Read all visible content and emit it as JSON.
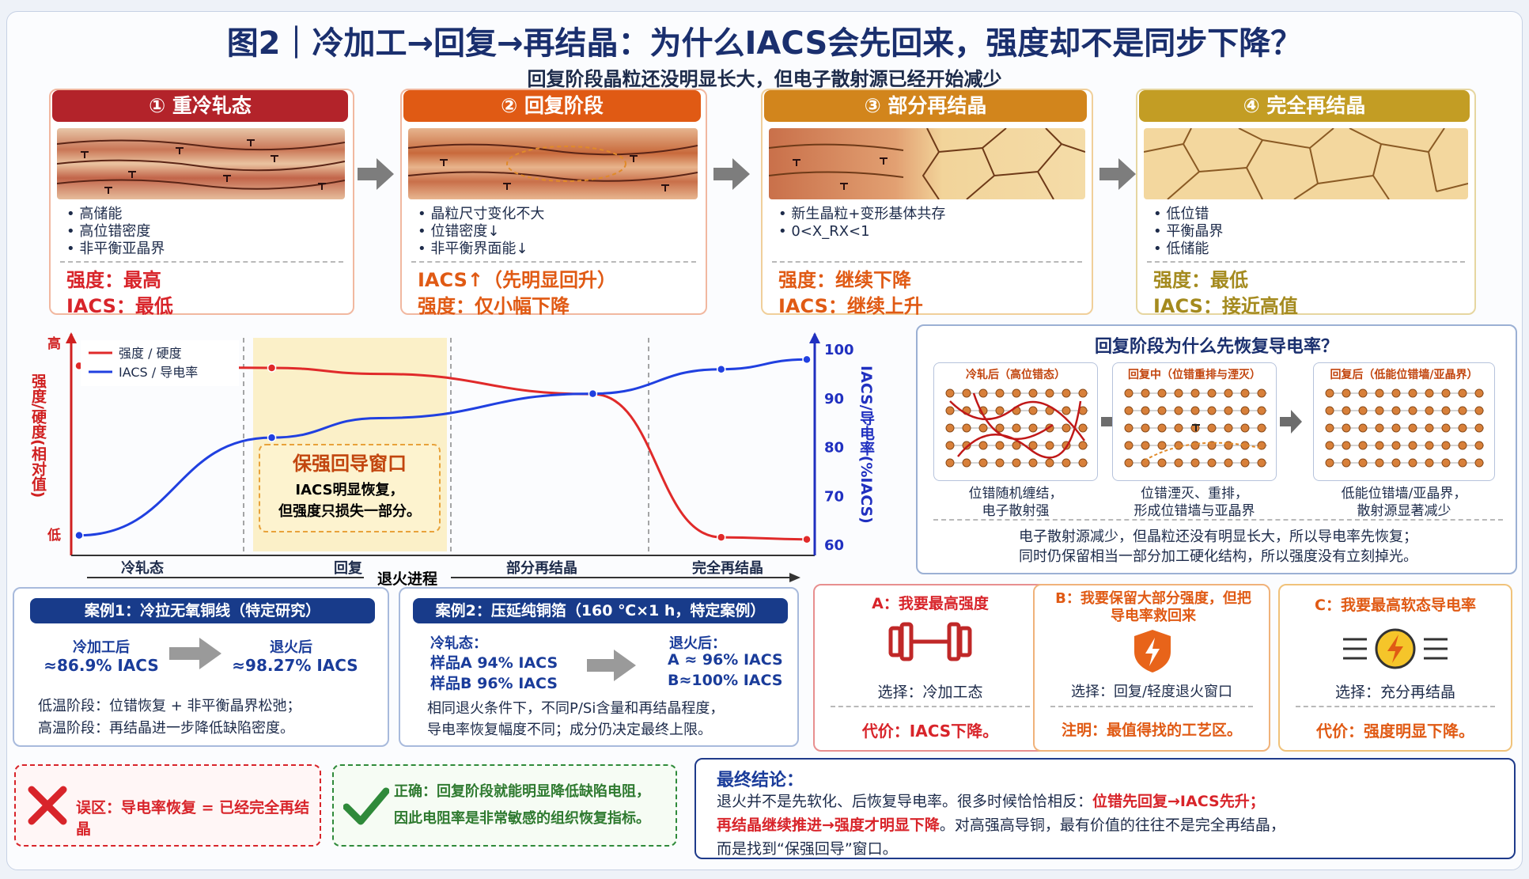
{
  "header": {
    "title": "图2｜冷加工→回复→再结晶：为什么IACS会先回来，强度却不是同步下降？",
    "subtitle": "回复阶段晶粒还没明显长大，但电子散射源已经开始减少"
  },
  "stages": [
    {
      "label": "① 重冷轧态",
      "color": "#b3232a",
      "bullets": [
        "高储能",
        "高位错密度",
        "非平衡亚晶界"
      ],
      "line1": "强度：最高",
      "line2": "IACS：最低",
      "line1_color": "#d8242a",
      "line2_color": "#d8242a"
    },
    {
      "label": "② 回复阶段",
      "color": "#e05a14",
      "bullets": [
        "晶粒尺寸变化不大",
        "位错密度↓",
        "非平衡界面能↓"
      ],
      "line1": "IACS↑（先明显回升）",
      "line2": "强度：仅小幅下降",
      "line1_color": "#e05a14",
      "line2_color": "#e05a14"
    },
    {
      "label": "③ 部分再结晶",
      "color": "#d2851c",
      "bullets": [
        "新生晶粒+变形基体共存",
        "0<X_RX<1"
      ],
      "line1": "强度：继续下降",
      "line2": "IACS：继续上升",
      "line1_color": "#e05a14",
      "line2_color": "#e05a14"
    },
    {
      "label": "④ 完全再结晶",
      "color": "#c39d24",
      "bullets": [
        "低位错",
        "平衡晶界",
        "低储能"
      ],
      "line1": "强度：最低",
      "line2": "IACS：接近高值",
      "line1_color": "#a48a1e",
      "line2_color": "#a48a1e"
    }
  ],
  "chart_data": {
    "type": "line",
    "x": [
      "冷轧态",
      "回复",
      "部分再结晶",
      "完全再结晶"
    ],
    "xlabel": "退火进程",
    "ylabel_left": "强度/硬度(相对值)",
    "ylabel_left_high": "高",
    "ylabel_left_low": "低",
    "ylabel_right": "IACS/导电率(%IACS)",
    "right_ticks": [
      100,
      90,
      80,
      70,
      60
    ],
    "ylim_right": [
      60,
      100
    ],
    "series": [
      {
        "name": "强度 / 硬度",
        "color": "#e02a2a",
        "x": [
          0,
          0.9,
          1.4,
          2.4,
          3.0,
          3.4
        ],
        "values": [
          0.92,
          0.91,
          0.88,
          0.78,
          0.07,
          0.06
        ]
      },
      {
        "name": "IACS / 导电率",
        "color": "#2040e0",
        "x": [
          0,
          0.9,
          1.4,
          2.4,
          3.0,
          3.4
        ],
        "values": [
          62,
          82,
          86,
          91,
          96,
          98
        ]
      }
    ],
    "window_label": "保强回导窗口",
    "window_text": [
      "IACS明显恢复，",
      "但强度只损失一部分。"
    ]
  },
  "why": {
    "title": "回复阶段为什么先恢复导电率？",
    "panels": [
      {
        "label": "冷轧后（高位错态）",
        "caption": [
          "位错随机缠结，",
          "电子散射强"
        ]
      },
      {
        "label": "回复中（位错重排与湮灭）",
        "caption": [
          "位错湮灭、重排，",
          "形成位错墙与亚晶界"
        ]
      },
      {
        "label": "回复后（低能位错墙/亚晶界）",
        "caption": [
          "低能位错墙/亚晶界，",
          "散射源显著减少"
        ]
      }
    ],
    "note": [
      "电子散射源减少，但晶粒还没有明显长大，所以导电率先恢复；",
      "同时仍保留相当一部分加工硬化结构，所以强度没有立刻掉光。"
    ]
  },
  "case1": {
    "header": "案例1：冷拉无氧铜线（特定研究）",
    "before_label": "冷加工后",
    "before_val": "≈86.9% IACS",
    "after_label": "退火后",
    "after_val": "≈98.27% IACS",
    "notes": [
      "低温阶段：位错恢复 + 非平衡晶界松弛；",
      "高温阶段：再结晶进一步降低缺陷密度。"
    ]
  },
  "case2": {
    "header": "案例2：压延纯铜箔（160 ℃×1 h，特定案例）",
    "before_label": "冷轧态：",
    "before_a": "样品A  94% IACS",
    "before_b": "样品B  96% IACS",
    "after_label": "退火后：",
    "after_a": "A ≈ 96% IACS",
    "after_b": "B≈100% IACS",
    "notes": [
      "相同退火条件下，不同P/Si含量和再结晶程度，",
      "导电率恢复幅度不同；成分仍决定最终上限。"
    ]
  },
  "choices": [
    {
      "title": "A：我要最高强度",
      "choose": "选择：冷加工态",
      "cost": "代价：IACS下降。",
      "color": "#d8242a",
      "icon": "dumbbell-icon"
    },
    {
      "title": "B：我要保留大部分强度，但把导电率救回来",
      "choose": "选择：回复/轻度退火窗口",
      "cost": "注明：最值得找的工艺区。",
      "color": "#e05a14",
      "icon": "shield-bolt-icon"
    },
    {
      "title": "C：我要最高软态导电率",
      "choose": "选择：充分再结晶",
      "cost": "代价：强度明显下降。",
      "color": "#e05a14",
      "icon": "bolt-icon"
    }
  ],
  "myth": {
    "label": "误区：导电率恢复 = 已经完全再结晶"
  },
  "correct": {
    "lines": [
      "正确：回复阶段就能明显降低缺陷电阻，",
      "因此电阻率是非常敏感的组织恢复指标。"
    ]
  },
  "conclusion": {
    "title": "最终结论：",
    "l1a": "退火并不是先软化、后恢复导电率。很多时候恰恰相反：",
    "l1b": "位错先回复→IACS先升；",
    "l2a": "再结晶继续推进→强度才明显下降",
    "l2b": "。对高强高导铜，最有价值的往往不是完全再结晶，",
    "l3": "而是找到“保强回导”窗口。"
  }
}
